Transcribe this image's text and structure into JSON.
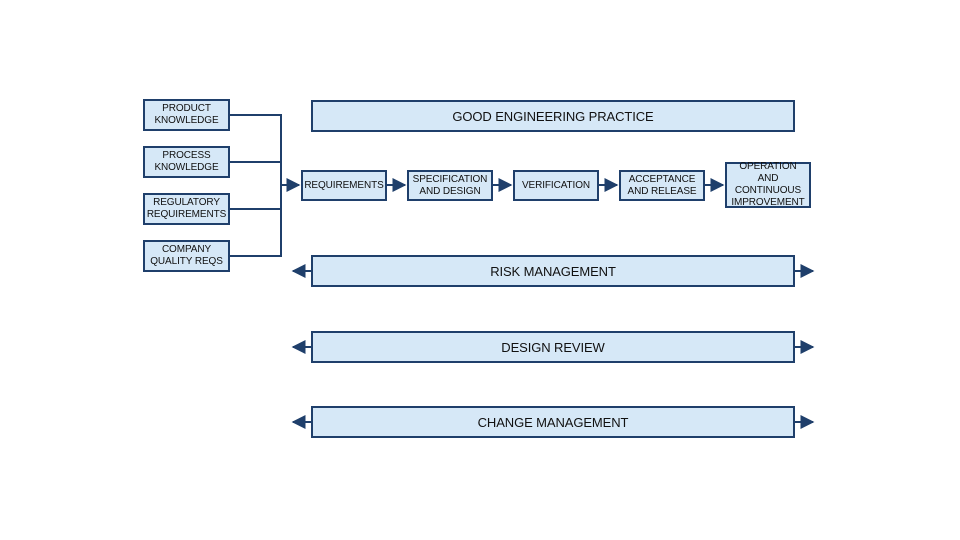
{
  "inputs": [
    {
      "label": "PRODUCT\nKNOWLEDGE"
    },
    {
      "label": "PROCESS\nKNOWLEDGE"
    },
    {
      "label": "REGULATORY\nREQUIREMENTS"
    },
    {
      "label": "COMPANY\nQUALITY REQS"
    }
  ],
  "good_practice": {
    "label": "GOOD ENGINEERING PRACTICE"
  },
  "process_steps": [
    {
      "label": "REQUIREMENTS"
    },
    {
      "label": "SPECIFICATION\nAND DESIGN"
    },
    {
      "label": "VERIFICATION"
    },
    {
      "label": "ACCEPTANCE\nAND RELEASE"
    },
    {
      "label": "OPERATION AND\nCONTINUOUS\nIMPROVEMENT"
    }
  ],
  "supporting_processes": [
    {
      "label": "RISK MANAGEMENT"
    },
    {
      "label": "DESIGN REVIEW"
    },
    {
      "label": "CHANGE MANAGEMENT"
    }
  ],
  "colors": {
    "box_fill": "#d6e8f7",
    "box_border": "#1f3f6b",
    "connector": "#1f3f6b"
  }
}
